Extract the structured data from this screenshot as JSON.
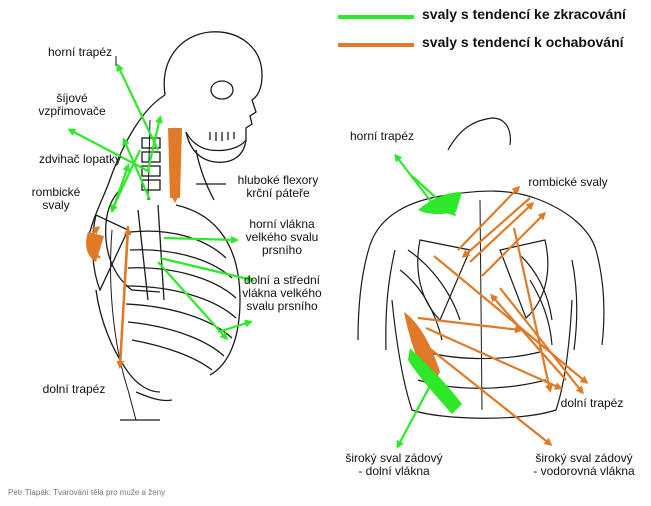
{
  "colors": {
    "green": "#2ee82a",
    "orange": "#e07a28",
    "line": "#1a1a1a",
    "skin": "#ffffff"
  },
  "legend": {
    "shortening": "svaly s tendencí ke zkracování",
    "weakening": "svaly s tendencí k ochabování"
  },
  "left_figure": {
    "labels": {
      "upper_trapezius": "horní trapéz",
      "neck_extensors": "šíjové\nvzpřimovače",
      "levator_scapulae": "zdvihač lopatky",
      "rhomboids": "rombické\nsvaly",
      "deep_neck_flexors": "hluboké flexory\nkrční páteře",
      "upper_pectoral": "horní vlákna\nvelkého svalu\nprsního",
      "lower_pectoral": "dolní a střední\nvlákna velkého\nsvalu prsního",
      "lower_trapezius": "dolní trapéz"
    }
  },
  "right_figure": {
    "labels": {
      "upper_trapezius": "horní trapéz",
      "rhomboids": "rombické svaly",
      "lower_trapezius": "dolní trapéz",
      "lat_lower": "široký sval zádový\n- dolní vlákna",
      "lat_horizontal": "široký sval zádový\n- vodorovná vlákna"
    }
  },
  "credit": "Petr Tlapák: Tvarování těla pro muže a ženy"
}
